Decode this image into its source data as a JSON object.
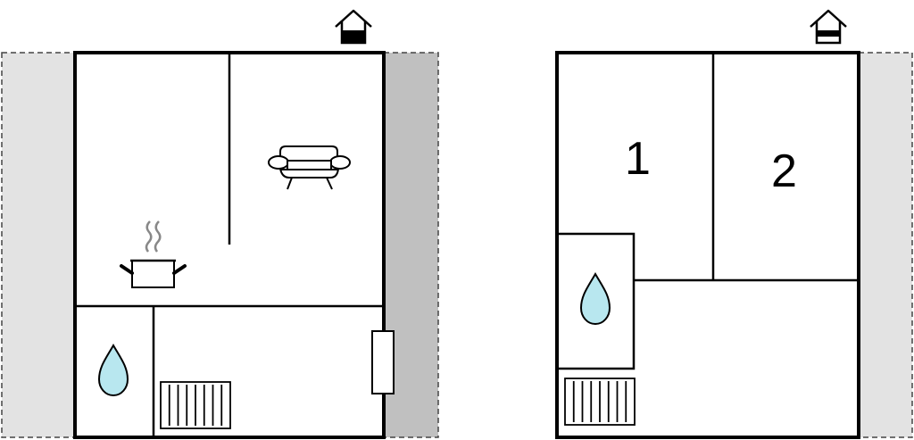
{
  "floors": [
    {
      "name": "ground-floor",
      "entrance_icon": "house-entrance-icon",
      "rooms": [
        {
          "type": "kitchen",
          "icon": "cooking-pot-icon"
        },
        {
          "type": "living-room",
          "icon": "sofa-icon"
        },
        {
          "type": "bathroom",
          "icon": "water-drop-icon"
        },
        {
          "type": "storage",
          "icon": "radiator-icon"
        }
      ],
      "terrace_colors": {
        "left": "#e3e3e3",
        "right": "#c0c0c0"
      }
    },
    {
      "name": "upper-floor",
      "entrance_icon": "house-entrance-icon",
      "rooms": [
        {
          "type": "bedroom",
          "label": "1"
        },
        {
          "type": "bedroom",
          "label": "2"
        },
        {
          "type": "bathroom",
          "icon": "water-drop-icon"
        },
        {
          "type": "hall",
          "icon": "radiator-icon"
        }
      ],
      "terrace_colors": {
        "right": "#e3e3e3"
      }
    }
  ],
  "colors": {
    "wall": "#000000",
    "water": "#b8e7ef",
    "background": "#ffffff"
  }
}
